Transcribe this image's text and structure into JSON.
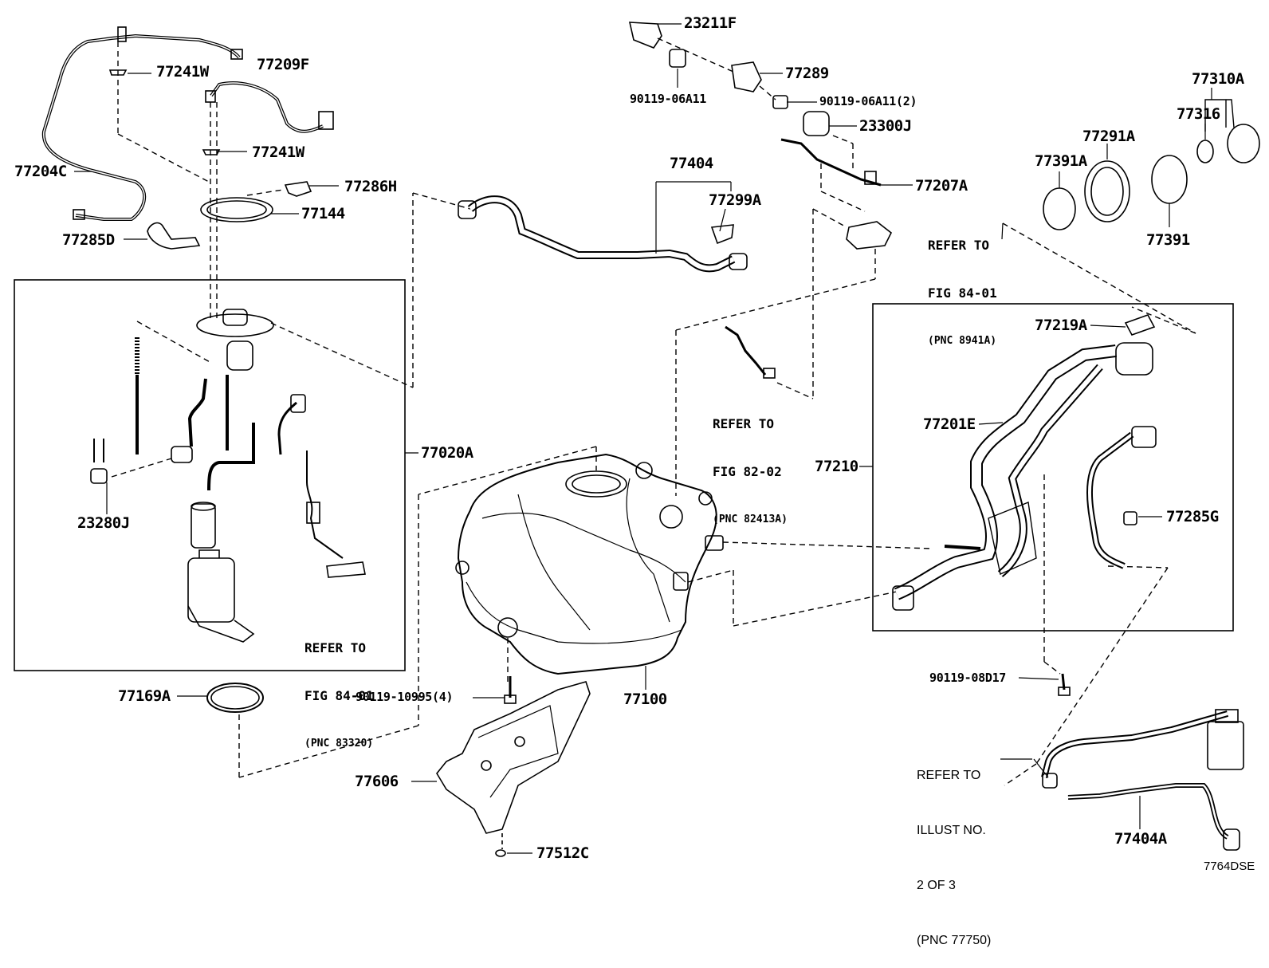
{
  "diagram": {
    "code": "7764DSE",
    "part_labels": {
      "p23211F": "23211F",
      "p77289": "77289",
      "p90119_06A11": "90119-06A11",
      "p90119_06A11_2": "90119-06A11(2)",
      "p23300J": "23300J",
      "p77207A": "77207A",
      "p77241W_a": "77241W",
      "p77209F": "77209F",
      "p77241W_b": "77241W",
      "p77204C": "77204C",
      "p77286H": "77286H",
      "p77144": "77144",
      "p77285D": "77285D",
      "p77404": "77404",
      "p77299A": "77299A",
      "p77310A": "77310A",
      "p77316": "77316",
      "p77291A": "77291A",
      "p77391A": "77391A",
      "p77391": "77391",
      "p77020A": "77020A",
      "p23280J": "23280J",
      "p77219A": "77219A",
      "p77201E": "77201E",
      "p77210": "77210",
      "p77285G": "77285G",
      "p77169A": "77169A",
      "p90119_10995": "90119-10995(4)",
      "p77100": "77100",
      "p90119_08D17": "90119-08D17",
      "p77606": "77606",
      "p77512C": "77512C",
      "p77404A": "77404A"
    },
    "references": {
      "ref_84_01_top": {
        "line1": "REFER TO",
        "line2": "FIG 84-01",
        "line3": "(PNC 8941A)"
      },
      "ref_82_02": {
        "line1": "REFER TO",
        "line2": "FIG 82-02",
        "line3": "(PNC 82413A)"
      },
      "ref_84_01_pump": {
        "line1": "REFER TO",
        "line2": "FIG 84-01",
        "line3": "(PNC 83320)"
      },
      "ref_illust": {
        "line1": "REFER TO",
        "line2": "ILLUST NO.",
        "line3": "2 OF 3",
        "line4": "(PNC 77750)"
      }
    }
  }
}
